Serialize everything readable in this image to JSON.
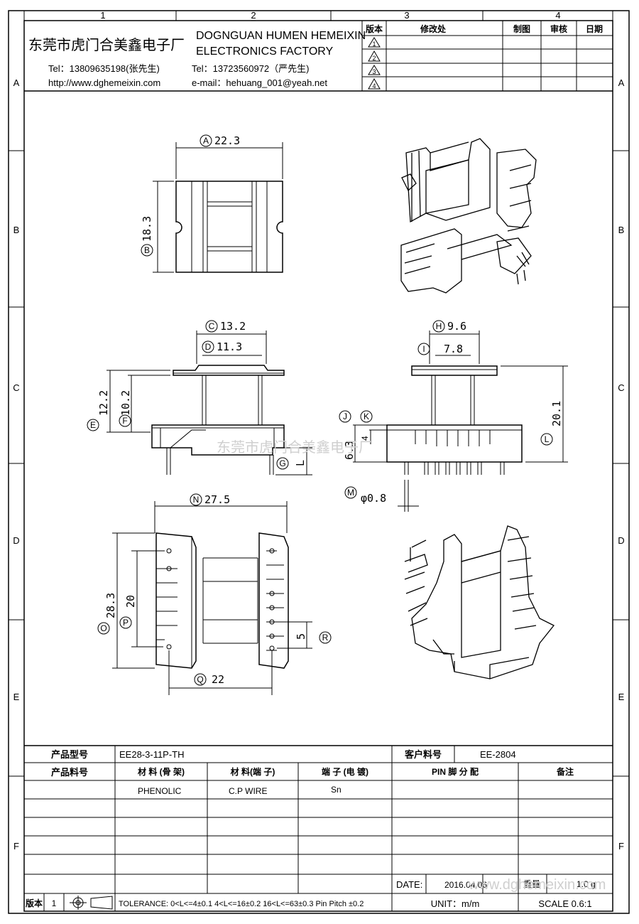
{
  "border": {
    "columns": [
      "1",
      "2",
      "3",
      "4"
    ],
    "rows": [
      "A",
      "B",
      "C",
      "D",
      "E",
      "F"
    ]
  },
  "company": {
    "name_cn": "东莞市虎门合美鑫电子厂",
    "name_en_1": "DOGNGUAN HUMEN HEMEIXIN",
    "name_en_2": "ELECTRONICS FACTORY",
    "tel1": "Tel：13809635198(张先生)",
    "website": "http://www.dghemeixin.com",
    "tel2": "Tel：13723560972（严先生)",
    "email": "e-mail：hehuang_001@yeah.net"
  },
  "revision_table": {
    "headers": [
      "版本",
      "修改处",
      "制图",
      "审核",
      "日期"
    ],
    "revisions": [
      "1",
      "2",
      "3",
      "4"
    ]
  },
  "dimensions": {
    "A": {
      "letter": "A",
      "value": "22.3"
    },
    "B": {
      "letter": "B",
      "value": "18.3"
    },
    "C": {
      "letter": "C",
      "value": "13.2"
    },
    "D": {
      "letter": "D",
      "value": "11.3"
    },
    "E": {
      "letter": "E",
      "value": "12.2"
    },
    "F": {
      "letter": "F",
      "value": "10.2"
    },
    "G": {
      "letter": "G",
      "value": "L"
    },
    "H": {
      "letter": "H",
      "value": "9.6"
    },
    "I": {
      "letter": "I",
      "value": "7.8"
    },
    "J": {
      "letter": "J",
      "value": "6.3"
    },
    "K": {
      "letter": "K",
      "value": "4"
    },
    "L": {
      "letter": "L",
      "value": "20.1"
    },
    "M": {
      "letter": "M",
      "value": "φ0.8"
    },
    "N": {
      "letter": "N",
      "value": "27.5"
    },
    "O": {
      "letter": "O",
      "value": "28.3"
    },
    "P": {
      "letter": "P",
      "value": "20"
    },
    "Q": {
      "letter": "Q",
      "value": "22"
    },
    "R": {
      "letter": "R",
      "value": "5"
    }
  },
  "watermark": "东莞市虎门合美鑫电子厂",
  "watermark2": "www.dghemeixin.com",
  "title_block": {
    "product_model_label": "产品型号",
    "product_model": "EE28-3-11P-TH",
    "customer_part_label": "客户料号",
    "customer_part": "EE-2804",
    "product_part_label": "产品料号",
    "material_bobbin_label": "材 料 (骨 架)",
    "material_bobbin": "PHENOLIC",
    "material_pin_label": "材 料(端 子)",
    "material_pin": "C.P WIRE",
    "plating_label": "端 子 (电 镀)",
    "plating": "Sn",
    "pin_assign_label": "PIN 脚 分 配",
    "remarks_label": "备注",
    "date_label": "DATE:",
    "date": "2016.04.06",
    "weight_label": "重量",
    "weight": "1.0 g",
    "unit_label": "UNIT：m/m",
    "scale_label": "SCALE  0.6:1",
    "version_label": "版本",
    "version": "1",
    "tolerance": "TOLERANCE:  0<L<=4±0.1  4<L<=16±0.2  16<L<=63±0.3  Pin Pitch  ±0.2"
  }
}
